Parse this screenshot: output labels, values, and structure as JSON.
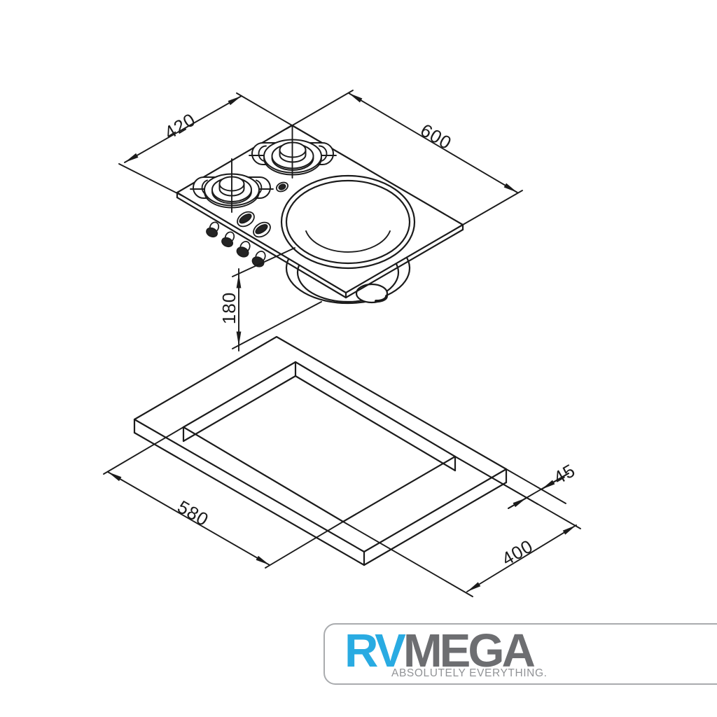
{
  "drawing": {
    "dim_panel_width": "420",
    "dim_panel_length": "600",
    "dim_bowl_depth": "180",
    "dim_cutout_length": "580",
    "dim_cutout_width": "400",
    "dim_flange": "45",
    "line_color": "#1b1b1b"
  },
  "logo": {
    "brand_left": "RV",
    "brand_right": "MEGA",
    "tagline": "ABSOLUTELY EVERYTHING.",
    "color_brand_left": "#29abe2",
    "color_brand_right": "#6d6e71",
    "color_tagline": "#919396",
    "color_border": "#a9abae"
  }
}
